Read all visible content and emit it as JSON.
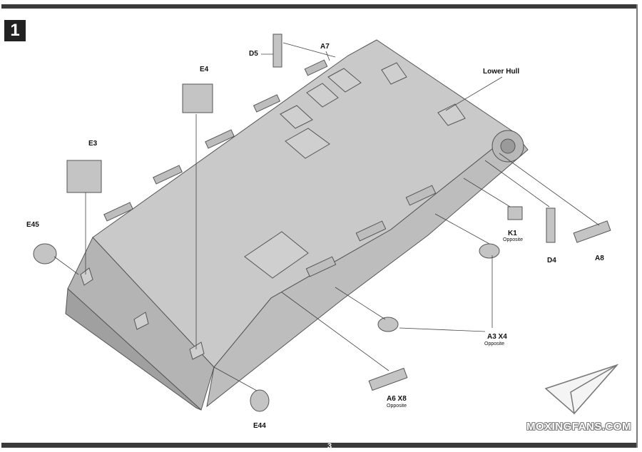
{
  "step": "1",
  "page_number": "3",
  "labels": {
    "lower_hull": "Lower Hull",
    "d5": "D5",
    "a7": "A7",
    "e4": "E4",
    "e3": "E3",
    "e45": "E45",
    "k1": "K1",
    "k1_note": "Opposite",
    "d4": "D4",
    "a8": "A8",
    "a3": "A3 X4",
    "a3_note": "Opposite",
    "a6": "A6 X8",
    "a6_note": "Opposite",
    "e44": "E44"
  },
  "watermark": "MOXINGFANS.COM"
}
